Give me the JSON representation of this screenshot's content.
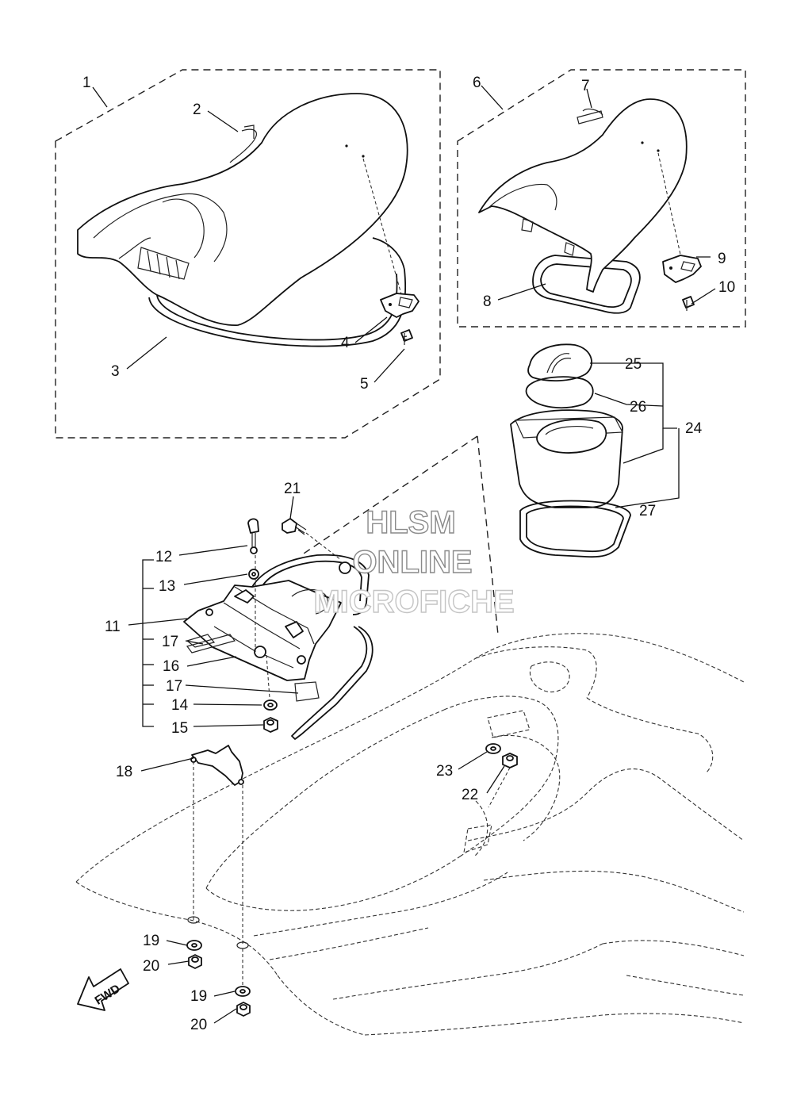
{
  "watermark": {
    "line1": "HLSM",
    "line2": "ONLINE",
    "line3": "MICROFICHE"
  },
  "direction_marker": "FWD",
  "callouts": {
    "c1": "1",
    "c2": "2",
    "c3": "3",
    "c4": "4",
    "c5": "5",
    "c6": "6",
    "c7": "7",
    "c8": "8",
    "c9": "9",
    "c10": "10",
    "c11": "11",
    "c12": "12",
    "c13": "13",
    "c14": "14",
    "c15": "15",
    "c16": "16",
    "c17a": "17",
    "c17b": "17",
    "c18": "18",
    "c19a": "19",
    "c19b": "19",
    "c20a": "20",
    "c20b": "20",
    "c21": "21",
    "c22": "22",
    "c23": "23",
    "c24": "24",
    "c25": "25",
    "c26": "26",
    "c27": "27"
  }
}
